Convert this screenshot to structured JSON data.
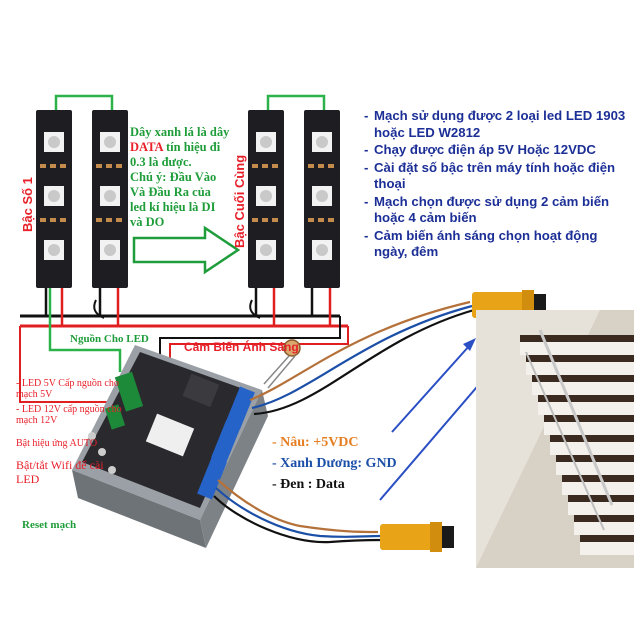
{
  "strip_labels": {
    "first": "Bậc Số 1",
    "last": "Bậc Cuối Cùng"
  },
  "data_note": {
    "line1": "Dây xanh lá là dây",
    "line2_highlight": "DATA",
    "line2_rest": " tín hiệu đi",
    "line3": "0.3 là được.",
    "line4": "Chú ý: Đầu Vào",
    "line5": "Và Đầu Ra của",
    "line6": "led kí hiệu là DI",
    "line7": "và DO"
  },
  "features": [
    "Mạch sử dụng được 2 loại led LED 1903 hoặc LED W2812",
    "Chạy được điện áp 5V Hoặc 12VDC",
    "Cài đặt số bậc trên máy tính hoặc điện thoại",
    "Mạch chọn được sử dụng 2 cảm biến hoặc 4 cảm biến",
    "Cảm biến ánh sáng chọn hoạt động ngày, đêm"
  ],
  "labels": {
    "led_power": "Nguồn Cho LED",
    "light_sensor": "Cảm Biến Ánh Sáng",
    "led5v": "- LED 5V Cấp nguồn cho mạch 5V",
    "led12v": "- LED 12V cấp nguồn cho mạch 12V",
    "auto_effect": "Bật hiệu ứng AUTO",
    "wifi_toggle": "Bật/tắt Wifi để cài LED",
    "reset": "Reset mạch"
  },
  "wire_legend": [
    {
      "text": "- Nâu: +5VDC",
      "color": "#e67e22"
    },
    {
      "text": "- Xanh Dương: GND",
      "color": "#1c4fa8"
    },
    {
      "text": "- Đen : Data",
      "color": "#111111"
    }
  ],
  "colors": {
    "strip": "#1e1e22",
    "red_wire": "#e02020",
    "black_wire": "#111111",
    "green_wire": "#2bb34a",
    "brown_wire": "#b5713a",
    "board": "#2a2a2e",
    "terminal_blue": "#2563c9",
    "terminal_green": "#1d8a3a",
    "arrow_blue": "#2b4fc4"
  }
}
